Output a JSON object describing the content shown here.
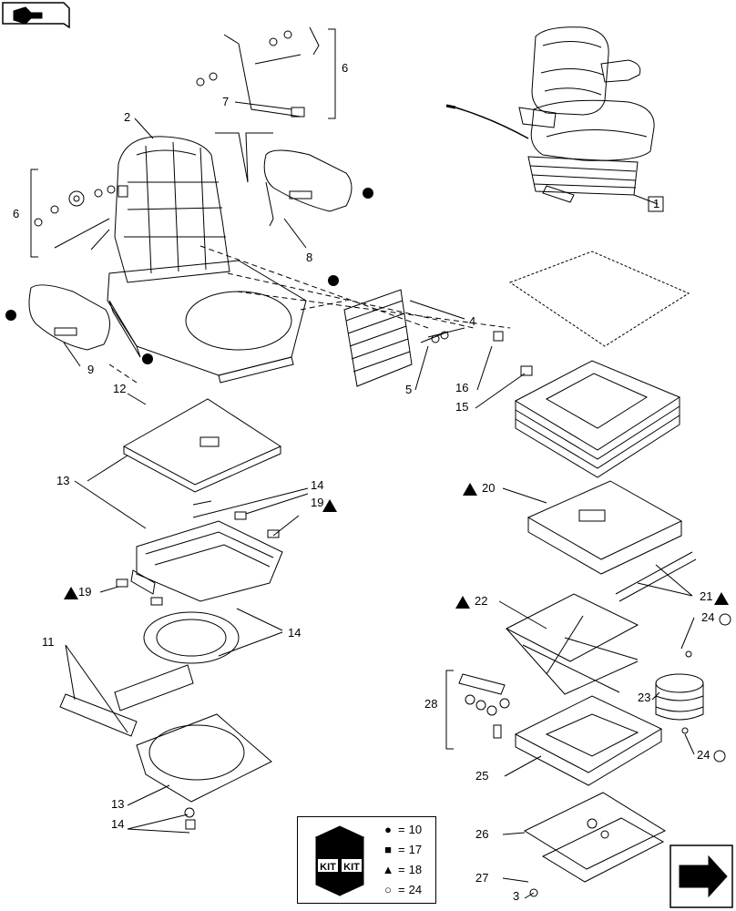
{
  "callouts": {
    "c1": "1",
    "c2": "2",
    "c3": "3",
    "c4": "4",
    "c5": "5",
    "c6a": "6",
    "c6b": "6",
    "c7": "7",
    "c8": "8",
    "c9": "9",
    "c11": "11",
    "c12": "12",
    "c13a": "13",
    "c13b": "13",
    "c14a": "14",
    "c14b": "14",
    "c14c": "14",
    "c15": "15",
    "c16": "16",
    "c19a": "19",
    "c19b": "19",
    "c20": "20",
    "c21": "21",
    "c22": "22",
    "c23": "23",
    "c24a": "24",
    "c24b": "24",
    "c25": "25",
    "c26": "26",
    "c27": "27",
    "c28": "28"
  },
  "legend": {
    "kit_text": "KIT",
    "rows": [
      {
        "symbol": "●",
        "eq": "=",
        "value": "10"
      },
      {
        "symbol": "■",
        "eq": "=",
        "value": "17"
      },
      {
        "symbol": "▲",
        "eq": "=",
        "value": "18"
      },
      {
        "symbol": "○",
        "eq": "=",
        "value": "24"
      }
    ]
  },
  "icons": [
    "book-icon",
    "next-page-arrow-icon"
  ]
}
